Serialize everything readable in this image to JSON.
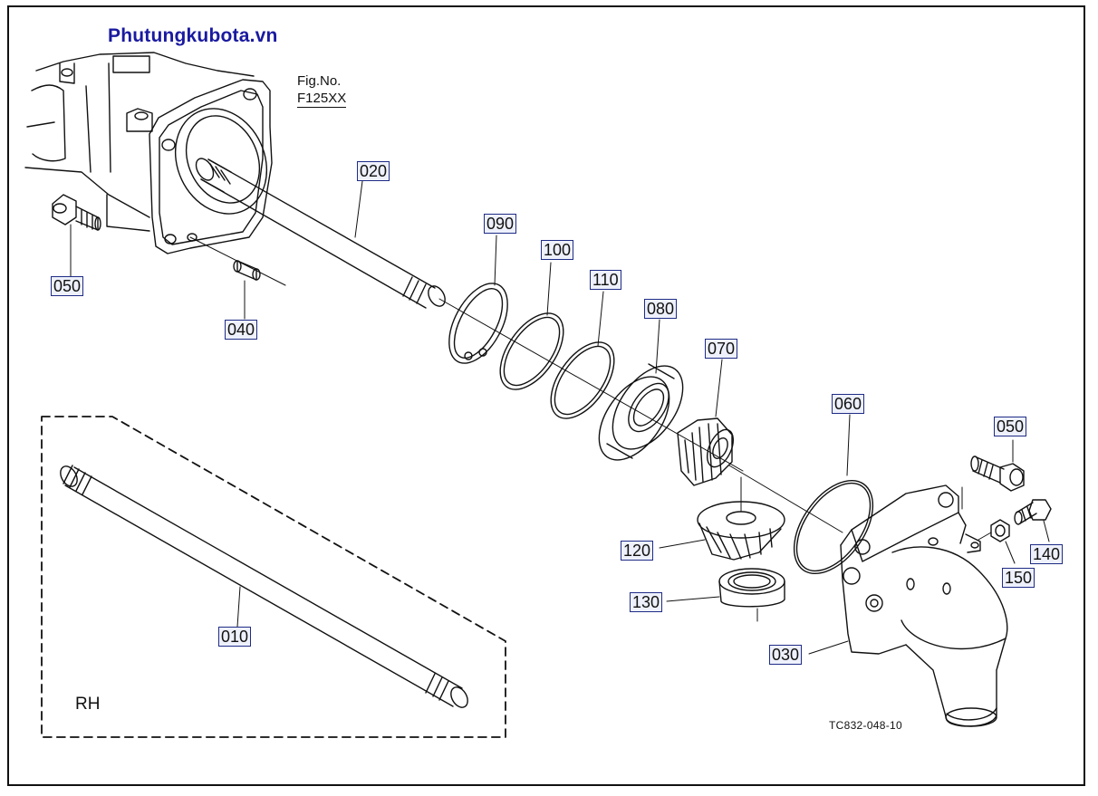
{
  "watermark": {
    "text": "Phutungkubota.vn",
    "color": "#1a1aa0"
  },
  "figure": {
    "label": "Fig.No.",
    "code": "F125XX"
  },
  "parts": [
    {
      "id": "010",
      "name": "axle-shaft-rh"
    },
    {
      "id": "020",
      "name": "axle-shaft"
    },
    {
      "id": "030",
      "name": "bevel-gear-case"
    },
    {
      "id": "040",
      "name": "dowel-pin"
    },
    {
      "id": "050",
      "name": "bolt"
    },
    {
      "id": "060",
      "name": "o-ring"
    },
    {
      "id": "070",
      "name": "bevel-gear"
    },
    {
      "id": "080",
      "name": "ball-bearing"
    },
    {
      "id": "090",
      "name": "internal-circlip"
    },
    {
      "id": "100",
      "name": "shim"
    },
    {
      "id": "110",
      "name": "shim"
    },
    {
      "id": "120",
      "name": "bevel-gear"
    },
    {
      "id": "130",
      "name": "ball-bearing"
    },
    {
      "id": "140",
      "name": "bolt"
    },
    {
      "id": "150",
      "name": "nut"
    }
  ],
  "labels": {
    "p010": "010",
    "p020": "020",
    "p030": "030",
    "p040": "040",
    "p050a": "050",
    "p050b": "050",
    "p060": "060",
    "p070": "070",
    "p080": "080",
    "p090": "090",
    "p100": "100",
    "p110": "110",
    "p120": "120",
    "p130": "130",
    "p140": "140",
    "p150": "150"
  },
  "variant_box": {
    "label": "RH"
  },
  "drawing_number": "TC832-048-10",
  "colors": {
    "label_border": "#1f2c86",
    "label_fill": "#eef1fb",
    "line": "#111111"
  }
}
